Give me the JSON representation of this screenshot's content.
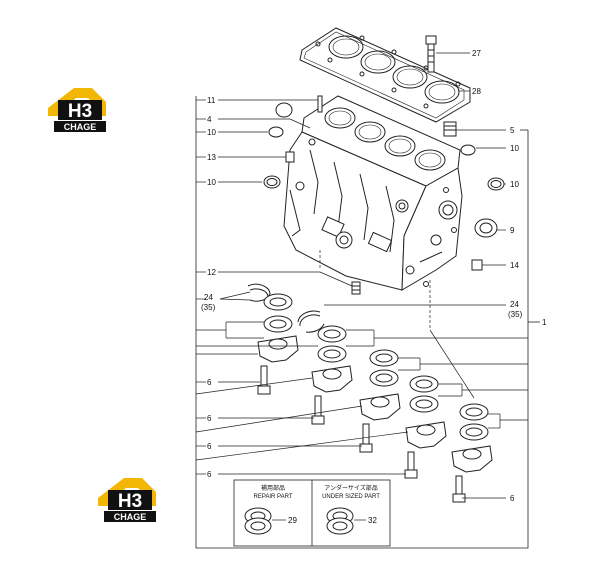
{
  "logos": [
    {
      "main": "H3",
      "sub": "CHAGE"
    },
    {
      "main": "H3",
      "sub": "CHAGE"
    }
  ],
  "callouts": {
    "c27": "27",
    "c28": "28",
    "c11": "11",
    "c4": "4",
    "c10a": "10",
    "c13": "13",
    "c10b": "10",
    "c5": "5",
    "c10c": "10",
    "c10d": "10",
    "c9": "9",
    "c14": "14",
    "c12": "12",
    "c24l": "24",
    "c35l": "(35)",
    "c24r": "24",
    "c35r": "(35)",
    "c1": "1",
    "c6a": "6",
    "c6b": "6",
    "c6c": "6",
    "c6d": "6",
    "c6e": "6"
  },
  "inset": {
    "left_jp": "補用部品",
    "left_en": "REPAIR PART",
    "left_num": "29",
    "right_jp": "アンダーサイズ部品",
    "right_en": "UNDER SIZED PART",
    "right_num": "32"
  },
  "colors": {
    "logo_yellow": "#f2b705",
    "logo_black": "#111111",
    "line": "#222222"
  }
}
